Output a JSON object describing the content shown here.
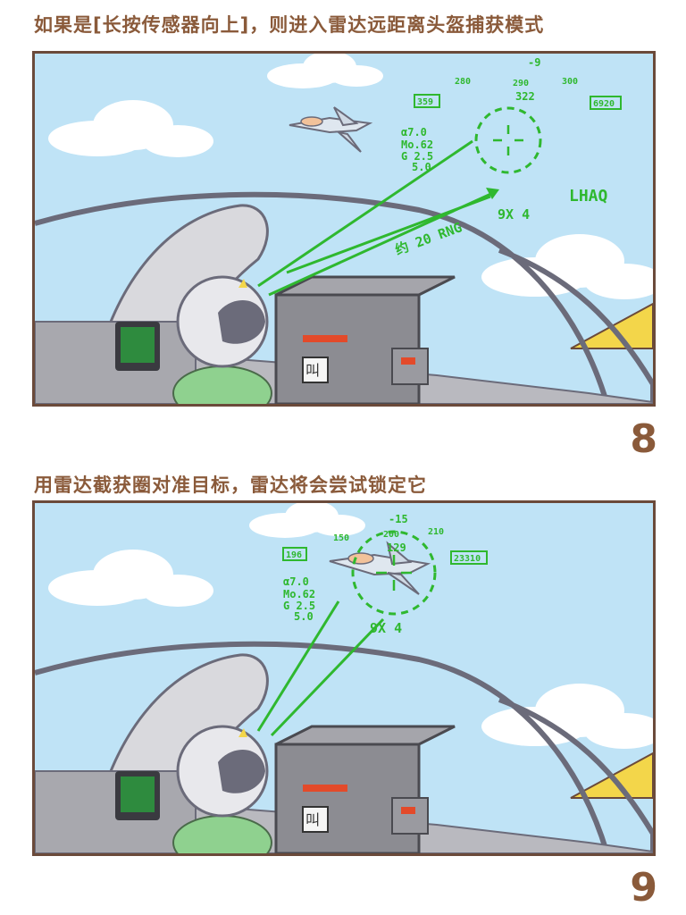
{
  "panel_8": {
    "caption": "如果是[长按传感器向上]，则进入雷达远距离头盔捕获模式",
    "number": "8",
    "hud": {
      "heading_top": "-9",
      "heading_marks": [
        "280",
        "290",
        "300"
      ],
      "heading_value": "322",
      "speed_box": "359",
      "altitude_box": "6920",
      "alpha": "α7.0",
      "mach": "Mo.62",
      "g_load": "G 2.5",
      "g_max": "5.0",
      "range_label": "约 20 RNG",
      "weapon": "9X 4",
      "mode": "LHAQ"
    },
    "console_label": "叫"
  },
  "panel_9": {
    "caption": "用雷达截获圈对准目标，雷达将会尝试锁定它",
    "number": "9",
    "hud": {
      "heading_top": "-15",
      "heading_marks": [
        "150",
        "200",
        "210"
      ],
      "heading_value": "129",
      "speed_box": "196",
      "altitude_box": "23310",
      "alpha": "α7.0",
      "mach": "Mo.62",
      "g_load": "G 2.5",
      "g_max": "5.0",
      "weapon": "9X 4"
    },
    "console_label": "叫"
  },
  "colors": {
    "sky": "#bfe3f6",
    "hud_green": "#2fb82f",
    "caption_brown": "#8a5a3a",
    "frame_brown": "#6b4a3a"
  }
}
